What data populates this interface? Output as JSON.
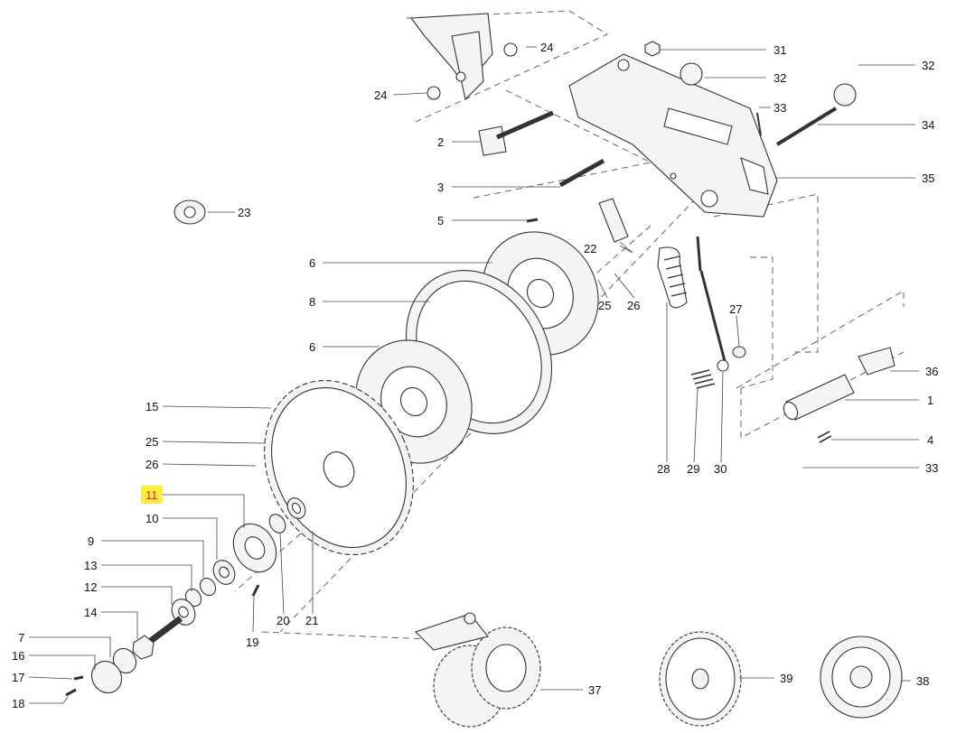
{
  "callouts": {
    "c24_top": "24",
    "c24_left": "24",
    "c2": "2",
    "c3": "3",
    "c5": "5",
    "c23": "23",
    "c6_rear": "6",
    "c8": "8",
    "c6_front": "6",
    "c15": "15",
    "c25_left": "25",
    "c26_left": "26",
    "c11": "11",
    "c10": "10",
    "c9": "9",
    "c13": "13",
    "c12": "12",
    "c14": "14",
    "c7": "7",
    "c16": "16",
    "c17": "17",
    "c18": "18",
    "c19": "19",
    "c20": "20",
    "c21": "21",
    "c22": "22",
    "c25_right": "25",
    "c26_right": "26",
    "c27": "27",
    "c28": "28",
    "c29": "29",
    "c30": "30",
    "c31": "31",
    "c32_left": "32",
    "c33_top": "33",
    "c32_right": "32",
    "c34": "34",
    "c35": "35",
    "c36": "36",
    "c1": "1",
    "c4": "4",
    "c33_bottom": "33",
    "c37": "37",
    "c39": "39",
    "c38": "38"
  },
  "highlight": {
    "selected_callout": "11",
    "color": "#ffeb3b"
  }
}
